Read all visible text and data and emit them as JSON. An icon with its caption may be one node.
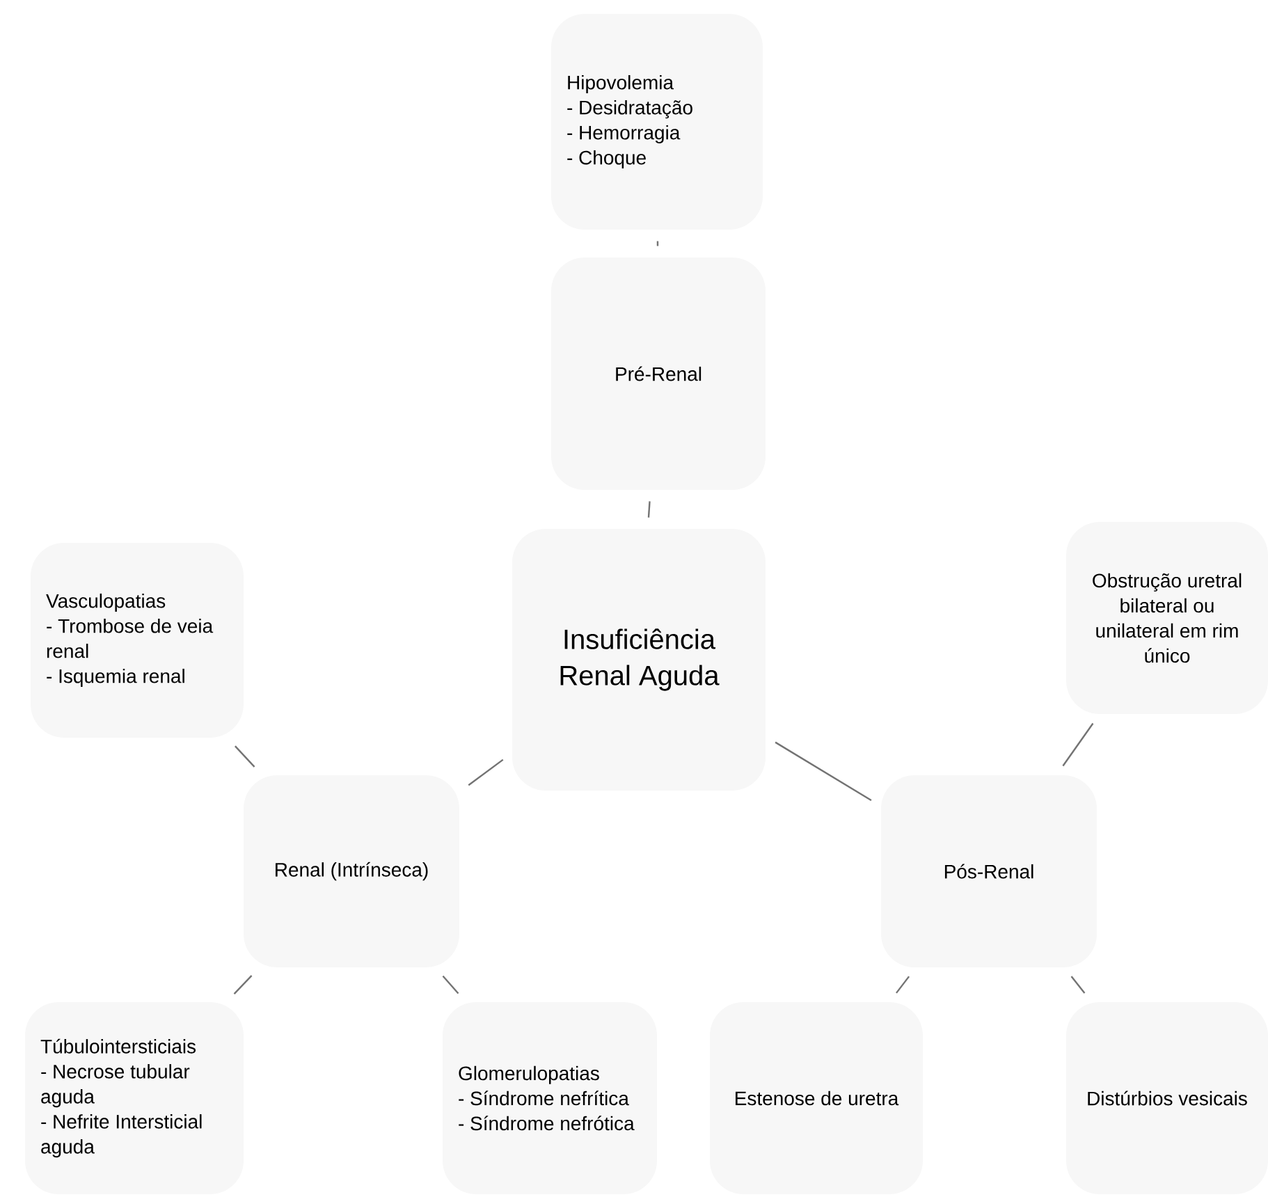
{
  "diagram": {
    "nodes": [
      {
        "text": [
          "Insuficiência Renal Aguda"
        ]
      },
      {
        "text": [
          "Pré-Renal"
        ]
      },
      {
        "text": [
          "Hipovolemia",
          "- Desidratação",
          "- Hemorragia",
          "- Choque"
        ]
      },
      {
        "text": [
          "Renal (Intrínseca)"
        ]
      },
      {
        "text": [
          "Vasculopatias",
          "- Trombose de veia renal",
          "- Isquemia renal"
        ]
      },
      {
        "text": [
          "Túbulointersticiais",
          "- Necrose tubular aguda",
          "- Nefrite Intersticial aguda"
        ]
      },
      {
        "text": [
          "Glomerulopatias",
          "- Síndrome nefrítica",
          "- Síndrome nefrótica"
        ]
      },
      {
        "text": [
          "Pós-Renal"
        ]
      },
      {
        "text": [
          "Obstrução uretral bilateral ou unilateral em rim único"
        ]
      },
      {
        "text": [
          "Estenose de uretra"
        ]
      },
      {
        "text": [
          "Distúrbios vesicais"
        ]
      }
    ],
    "edges": [
      {
        "from": 0,
        "to": 1,
        "arrow": "none"
      },
      {
        "from": 1,
        "to": 2,
        "arrow": "none"
      },
      {
        "from": 0,
        "to": 3,
        "arrow": "none"
      },
      {
        "from": 0,
        "to": 7,
        "arrow": "none"
      },
      {
        "from": 3,
        "to": 4,
        "arrow": "none"
      },
      {
        "from": 3,
        "to": 5,
        "arrow": "none"
      },
      {
        "from": 3,
        "to": 6,
        "arrow": "none"
      },
      {
        "from": 7,
        "to": 8,
        "arrow": "none"
      },
      {
        "from": 7,
        "to": 9,
        "arrow": "none"
      },
      {
        "from": 7,
        "to": 10,
        "arrow": "none"
      }
    ]
  }
}
